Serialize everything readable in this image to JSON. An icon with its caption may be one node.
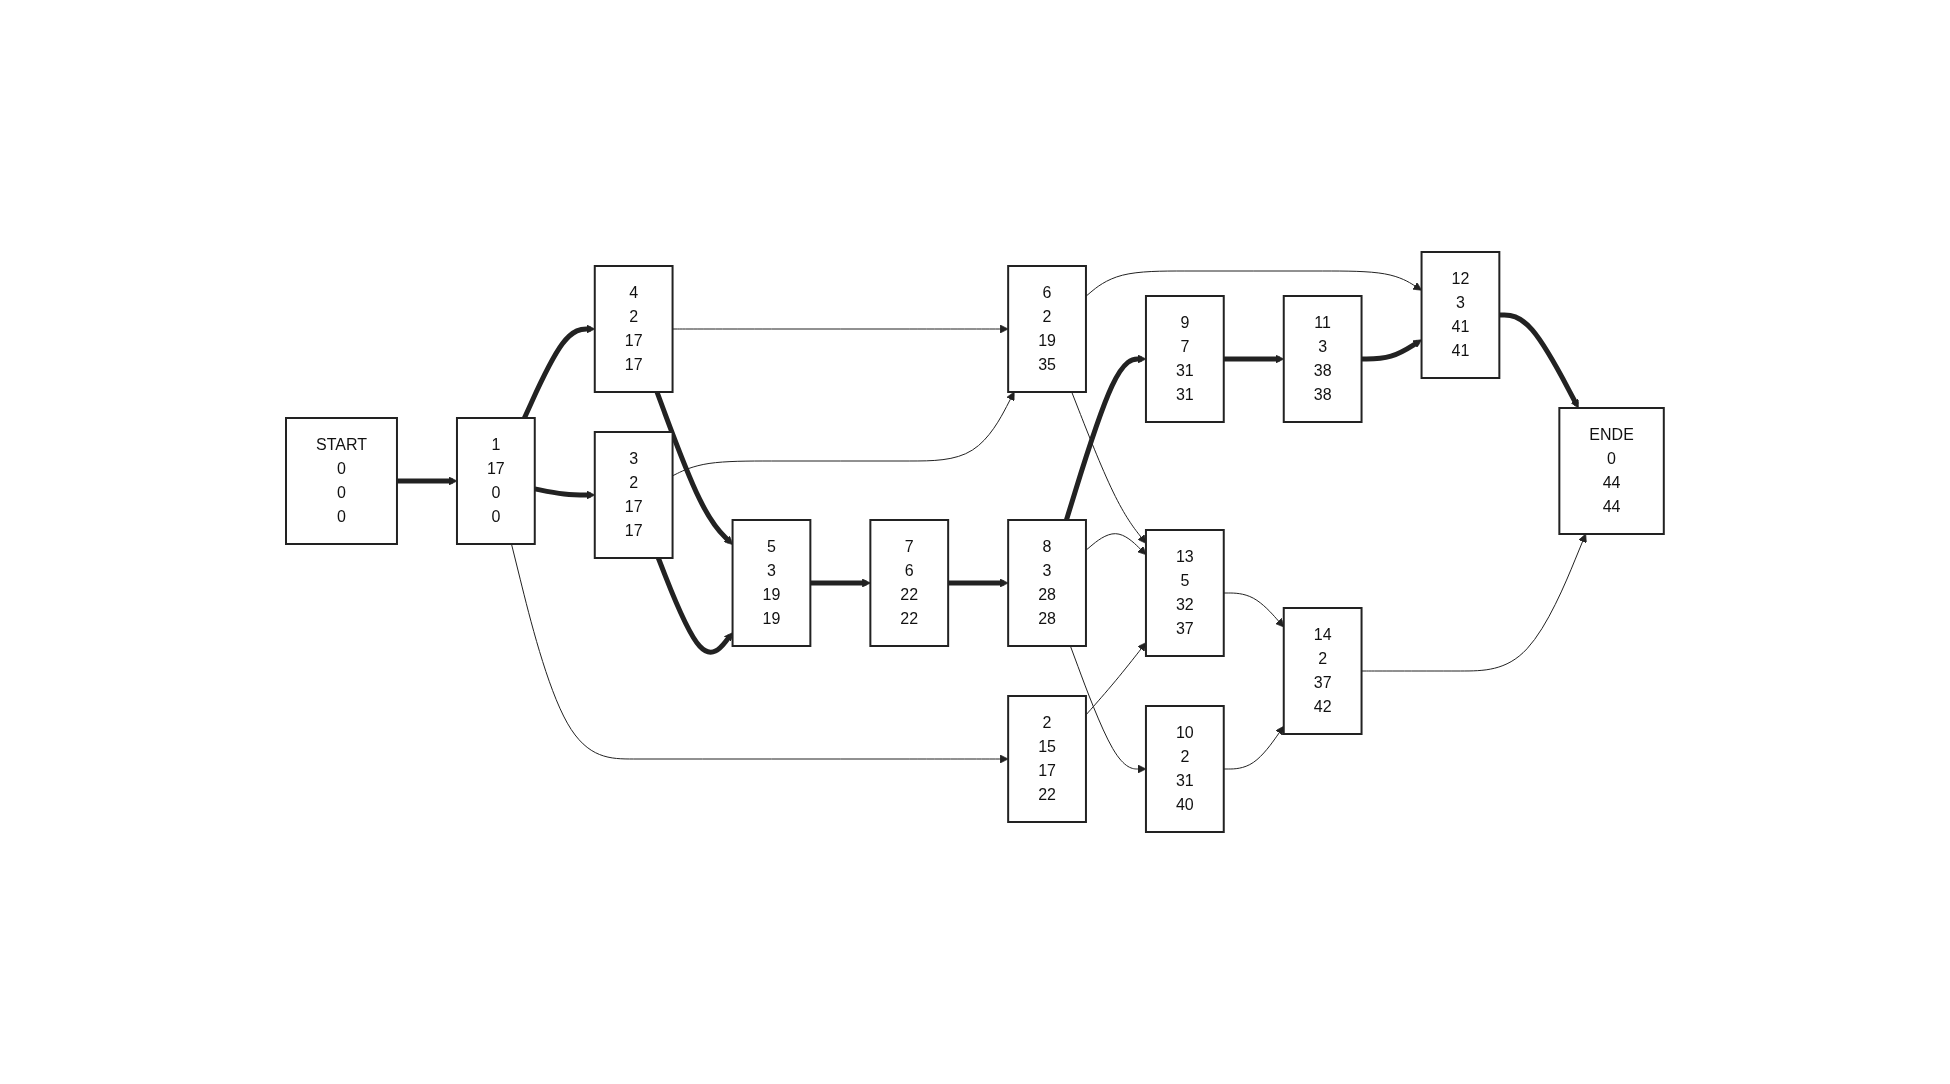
{
  "diagram": {
    "nodes": [
      {
        "text": [
          "START",
          "0",
          "0",
          "0"
        ]
      },
      {
        "text": [
          "1",
          "17",
          "0",
          "0"
        ]
      },
      {
        "text": [
          "4",
          "2",
          "17",
          "17"
        ]
      },
      {
        "text": [
          "3",
          "2",
          "17",
          "17"
        ]
      },
      {
        "text": [
          "2",
          "15",
          "17",
          "22"
        ]
      },
      {
        "text": [
          "6",
          "2",
          "19",
          "35"
        ]
      },
      {
        "text": [
          "5",
          "3",
          "19",
          "19"
        ]
      },
      {
        "text": [
          "7",
          "6",
          "22",
          "22"
        ]
      },
      {
        "text": [
          "8",
          "3",
          "28",
          "28"
        ]
      },
      {
        "text": [
          "13",
          "5",
          "32",
          "37"
        ]
      },
      {
        "text": [
          "9",
          "7",
          "31",
          "31"
        ]
      },
      {
        "text": [
          "10",
          "2",
          "31",
          "40"
        ]
      },
      {
        "text": [
          "12",
          "3",
          "41",
          "41"
        ]
      },
      {
        "text": [
          "11",
          "3",
          "38",
          "38"
        ]
      },
      {
        "text": [
          "14",
          "2",
          "37",
          "42"
        ]
      },
      {
        "text": [
          "ENDE",
          "0",
          "44",
          "44"
        ]
      }
    ],
    "edges": [
      {
        "from": 0,
        "to": 1,
        "arrow": "to",
        "style": "thick"
      },
      {
        "from": 1,
        "to": 2,
        "arrow": "to",
        "style": "thick"
      },
      {
        "from": 1,
        "to": 3,
        "arrow": "to",
        "style": "thick"
      },
      {
        "from": 1,
        "to": 4,
        "arrow": "to"
      },
      {
        "from": 2,
        "to": 5,
        "arrow": "to"
      },
      {
        "from": 2,
        "to": 6,
        "arrow": "to",
        "style": "thick"
      },
      {
        "from": 3,
        "to": 6,
        "arrow": "to",
        "style": "thick"
      },
      {
        "from": 3,
        "to": 5,
        "arrow": "to"
      },
      {
        "from": 6,
        "to": 7,
        "arrow": "to",
        "style": "thick"
      },
      {
        "from": 7,
        "to": 8,
        "arrow": "to",
        "style": "thick"
      },
      {
        "from": 5,
        "to": 12,
        "arrow": "to"
      },
      {
        "from": 5,
        "to": 9,
        "arrow": "to"
      },
      {
        "from": 8,
        "to": 10,
        "arrow": "to",
        "style": "thick"
      },
      {
        "from": 8,
        "to": 9,
        "arrow": "to"
      },
      {
        "from": 8,
        "to": 11,
        "arrow": "to"
      },
      {
        "from": 10,
        "to": 13,
        "arrow": "to",
        "style": "thick"
      },
      {
        "from": 13,
        "to": 12,
        "arrow": "to",
        "style": "thick"
      },
      {
        "from": 12,
        "to": 15,
        "arrow": "to",
        "style": "thick"
      },
      {
        "from": 4,
        "to": 9,
        "arrow": "to"
      },
      {
        "from": 9,
        "to": 14,
        "arrow": "to"
      },
      {
        "from": 11,
        "to": 14,
        "arrow": "to"
      },
      {
        "from": 14,
        "to": 15,
        "arrow": "to"
      }
    ]
  }
}
